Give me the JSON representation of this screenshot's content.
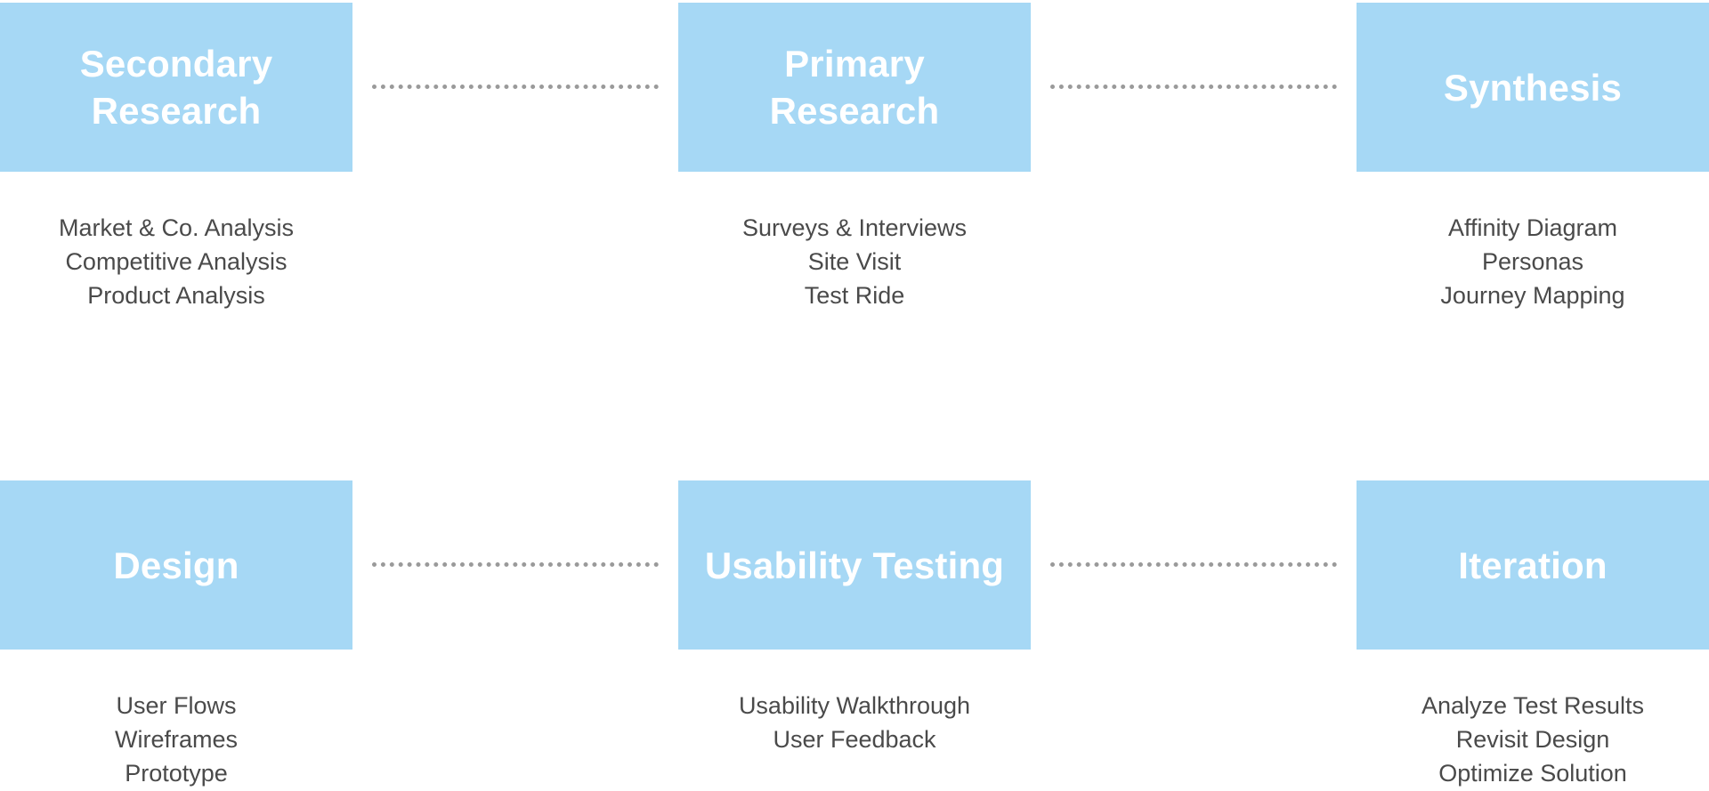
{
  "stages": [
    {
      "title": "Secondary Research",
      "items": [
        "Market & Co. Analysis",
        "Competitive Analysis",
        "Product Analysis"
      ]
    },
    {
      "title": "Primary Research",
      "items": [
        "Surveys & Interviews",
        "Site Visit",
        "Test Ride"
      ]
    },
    {
      "title": "Synthesis",
      "items": [
        "Affinity Diagram",
        "Personas",
        "Journey Mapping"
      ]
    },
    {
      "title": "Design",
      "items": [
        "User Flows",
        "Wireframes",
        "Prototype"
      ]
    },
    {
      "title": "Usability Testing",
      "items": [
        "Usability Walkthrough",
        "User Feedback"
      ]
    },
    {
      "title": "Iteration",
      "items": [
        "Analyze Test Results",
        "Revisit Design",
        "Optimize Solution"
      ]
    }
  ],
  "colors": {
    "box": "#a6d8f5",
    "box_text": "#ffffff",
    "item_text": "#4a4a4a",
    "connector": "#9a9a9a"
  }
}
